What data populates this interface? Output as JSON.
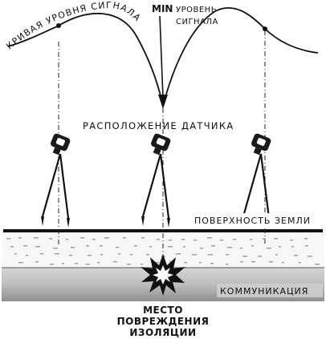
{
  "labels": {
    "curve_label": "КРИВАЯ УРОВНЯ СИГНАЛА",
    "min_word": "MIN",
    "min_rest_line1": "УРОВЕНЬ",
    "min_rest_line2": "СИГНАЛА",
    "sensor_position": "РАСПОЛОЖЕНИЕ ДАТЧИКА",
    "ground_surface": "ПОВЕРХНОСТЬ ЗЕМЛИ",
    "utility": "КОММУНИКАЦИЯ",
    "fault_line1": "МЕСТО",
    "fault_line2": "ПОВРЕЖДЕНИЯ",
    "fault_line3": "ИЗОЛЯЦИИ"
  },
  "icons": {
    "sensor": "sensor-on-tripod-icon",
    "fault": "explosion-burst-icon",
    "arrow": "arrow-down-icon"
  },
  "colors": {
    "ink": "#111111",
    "soil": "#f2f2f2",
    "pipe_top": "#d0d0d0",
    "pipe_bottom": "#9a9a9a"
  }
}
